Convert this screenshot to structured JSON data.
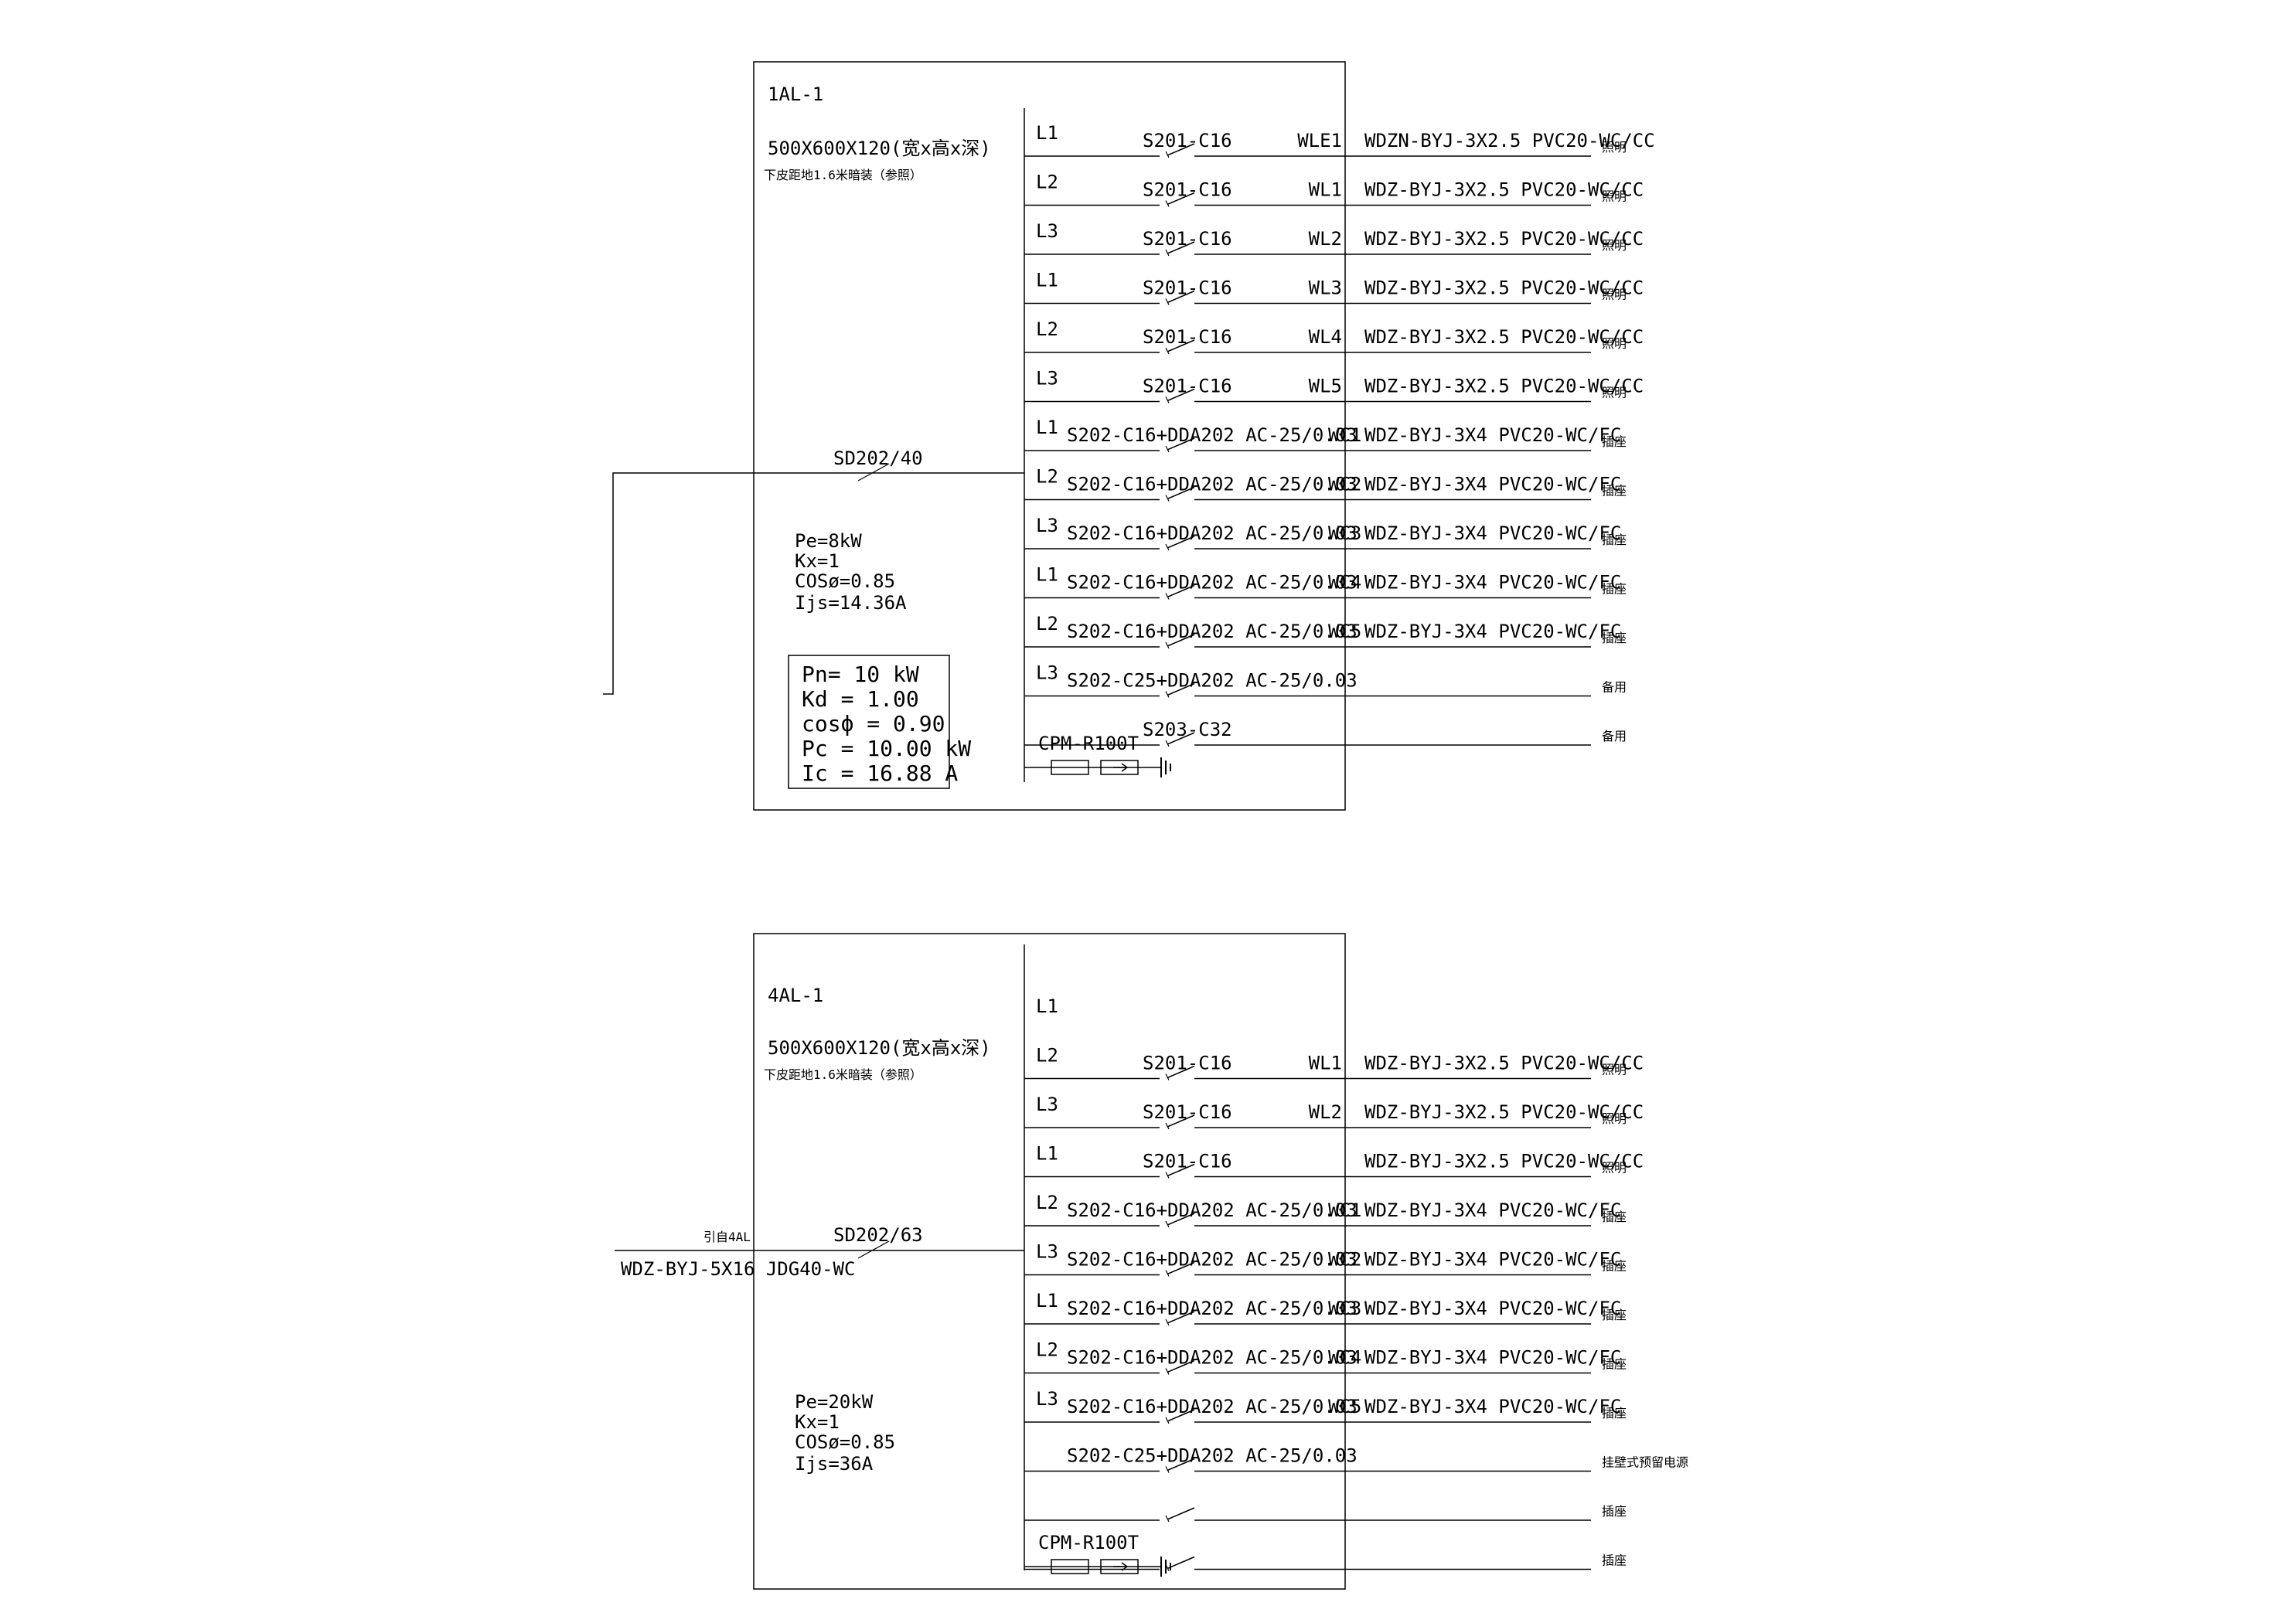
{
  "panels": [
    {
      "name": "1AL-1",
      "size": "500X600X120(宽x高x深)",
      "mount": "下皮距地1.6米暗装（参照）",
      "incoming_breaker": "SD202/40",
      "feeder_label": "",
      "feeder_cable": "",
      "load": {
        "pe": "Pe=8kW",
        "kx": "Kx=1",
        "cos": "COSø=0.85",
        "ijs": "Ijs=14.36A"
      },
      "calc": {
        "pn": "Pn= 10 kW",
        "kd": "Kd = 1.00",
        "cos": "cosϕ = 0.90",
        "pc": "Pc = 10.00 kW",
        "ic": "Ic = 16.88 A"
      },
      "spd": "CPM-R100T",
      "circuits": [
        {
          "phase": "L1",
          "breaker": "S201-C16",
          "circuit": "WLE1",
          "cable": "WDZN-BYJ-3X2.5 PVC20-WC/CC",
          "use": "照明"
        },
        {
          "phase": "L2",
          "breaker": "S201-C16",
          "circuit": "WL1",
          "cable": "WDZ-BYJ-3X2.5 PVC20-WC/CC",
          "use": "照明"
        },
        {
          "phase": "L3",
          "breaker": "S201-C16",
          "circuit": "WL2",
          "cable": "WDZ-BYJ-3X2.5 PVC20-WC/CC",
          "use": "照明"
        },
        {
          "phase": "L1",
          "breaker": "S201-C16",
          "circuit": "WL3",
          "cable": "WDZ-BYJ-3X2.5 PVC20-WC/CC",
          "use": "照明"
        },
        {
          "phase": "L2",
          "breaker": "S201-C16",
          "circuit": "WL4",
          "cable": "WDZ-BYJ-3X2.5 PVC20-WC/CC",
          "use": "照明"
        },
        {
          "phase": "L3",
          "breaker": "S201-C16",
          "circuit": "WL5",
          "cable": "WDZ-BYJ-3X2.5 PVC20-WC/CC",
          "use": "照明"
        },
        {
          "phase": "L1",
          "breaker": "S202-C16+DDA202 AC-25/0.03",
          "circuit": "WC1",
          "cable": "WDZ-BYJ-3X4 PVC20-WC/FC",
          "use": "插座"
        },
        {
          "phase": "L2",
          "breaker": "S202-C16+DDA202 AC-25/0.03",
          "circuit": "WC2",
          "cable": "WDZ-BYJ-3X4 PVC20-WC/FC",
          "use": "插座"
        },
        {
          "phase": "L3",
          "breaker": "S202-C16+DDA202 AC-25/0.03",
          "circuit": "WC3",
          "cable": "WDZ-BYJ-3X4 PVC20-WC/FC",
          "use": "插座"
        },
        {
          "phase": "L1",
          "breaker": "S202-C16+DDA202 AC-25/0.03",
          "circuit": "WC4",
          "cable": "WDZ-BYJ-3X4 PVC20-WC/FC",
          "use": "插座"
        },
        {
          "phase": "L2",
          "breaker": "S202-C16+DDA202 AC-25/0.03",
          "circuit": "WC5",
          "cable": "WDZ-BYJ-3X4 PVC20-WC/FC",
          "use": "插座"
        },
        {
          "phase": "L3",
          "breaker": "S202-C25+DDA202 AC-25/0.03",
          "circuit": "",
          "cable": "",
          "use": "备用"
        },
        {
          "phase": "",
          "breaker": "S203-C32",
          "circuit": "",
          "cable": "",
          "use": "备用"
        }
      ]
    },
    {
      "name": "4AL-1",
      "size": "500X600X120(宽x高x深)",
      "mount": "下皮距地1.6米暗装（参照）",
      "incoming_breaker": "SD202/63",
      "feeder_label": "引自4AL",
      "feeder_cable": "WDZ-BYJ-5X16 JDG40-WC",
      "load": {
        "pe": "Pe=20kW",
        "kx": "Kx=1",
        "cos": "COSø=0.85",
        "ijs": "Ijs=36A"
      },
      "spd": "CPM-R100T",
      "circuits": [
        {
          "phase": "L1",
          "breaker": "",
          "circuit": "",
          "cable": "",
          "use": ""
        },
        {
          "phase": "L2",
          "breaker": "S201-C16",
          "circuit": "WL1",
          "cable": "WDZ-BYJ-3X2.5 PVC20-WC/CC",
          "use": "照明"
        },
        {
          "phase": "L3",
          "breaker": "S201-C16",
          "circuit": "WL2",
          "cable": "WDZ-BYJ-3X2.5 PVC20-WC/CC",
          "use": "照明"
        },
        {
          "phase": "L1",
          "breaker": "S201-C16",
          "circuit": "",
          "cable": "WDZ-BYJ-3X2.5 PVC20-WC/CC",
          "use": "照明"
        },
        {
          "phase": "L2",
          "breaker": "S202-C16+DDA202 AC-25/0.03",
          "circuit": "WC1",
          "cable": "WDZ-BYJ-3X4 PVC20-WC/FC",
          "use": "插座"
        },
        {
          "phase": "L3",
          "breaker": "S202-C16+DDA202 AC-25/0.03",
          "circuit": "WC2",
          "cable": "WDZ-BYJ-3X4 PVC20-WC/FC",
          "use": "插座"
        },
        {
          "phase": "L1",
          "breaker": "S202-C16+DDA202 AC-25/0.03",
          "circuit": "WC3",
          "cable": "WDZ-BYJ-3X4 PVC20-WC/FC",
          "use": "插座"
        },
        {
          "phase": "L2",
          "breaker": "S202-C16+DDA202 AC-25/0.03",
          "circuit": "WC4",
          "cable": "WDZ-BYJ-3X4 PVC20-WC/FC",
          "use": "插座"
        },
        {
          "phase": "L3",
          "breaker": "S202-C16+DDA202 AC-25/0.03",
          "circuit": "WC5",
          "cable": "WDZ-BYJ-3X4 PVC20-WC/FC",
          "use": "插座"
        },
        {
          "phase": "",
          "breaker": "S202-C25+DDA202 AC-25/0.03",
          "circuit": "",
          "cable": "",
          "use": "挂壁式预留电源"
        },
        {
          "phase": "",
          "breaker": "",
          "circuit": "",
          "cable": "",
          "use": "插座"
        },
        {
          "phase": "",
          "breaker": "",
          "circuit": "",
          "cable": "",
          "use": "插座"
        }
      ]
    }
  ]
}
